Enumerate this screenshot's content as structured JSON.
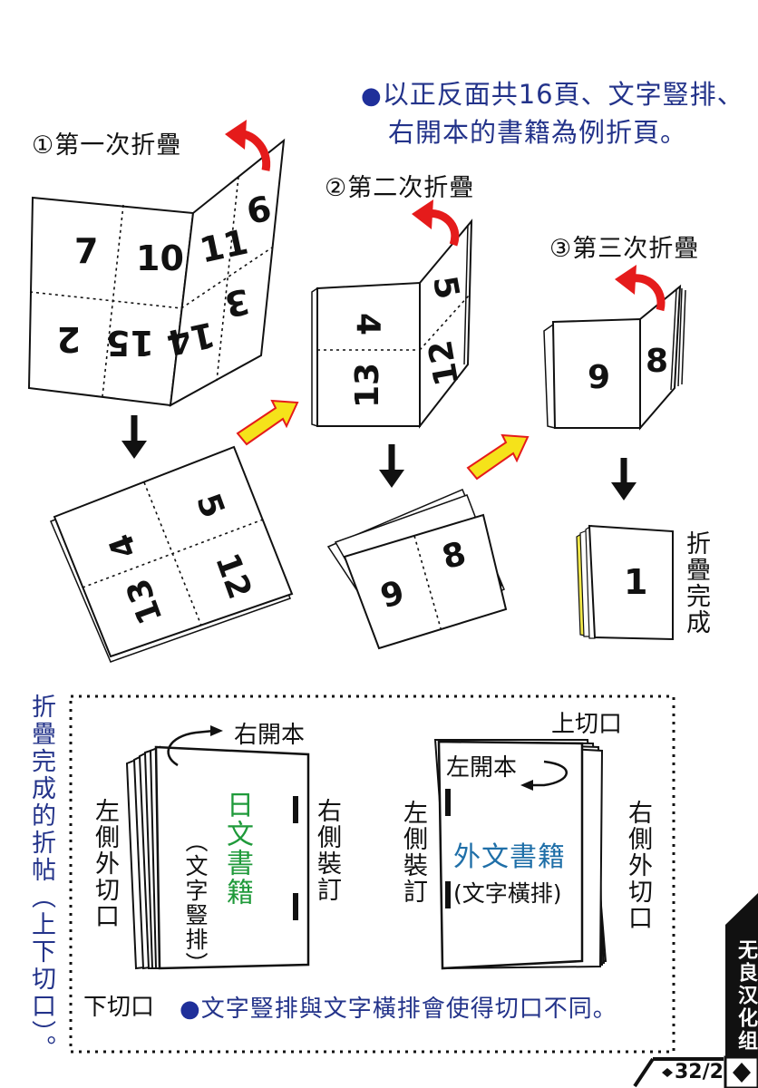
{
  "note": {
    "line1": "以正反面共16頁、文字豎排、",
    "line2": "右開本的書籍為例折頁。"
  },
  "steps": {
    "step1": "①第一次折疊",
    "step2": "②第二次折疊",
    "step3": "③第三次折疊",
    "done": "折疊完成"
  },
  "pages": {
    "sheet1": [
      "7",
      "10",
      "11",
      "6",
      "2",
      "15",
      "14",
      "3"
    ],
    "sheet2": [
      "4",
      "5",
      "13",
      "12"
    ],
    "sheet3": [
      "4",
      "5",
      "13",
      "12"
    ],
    "sheet4": [
      "9",
      "8"
    ],
    "sheet5": [
      "9",
      "8"
    ],
    "final": "1"
  },
  "bottom": {
    "side_title": "折疊完成的折帖（上下切口）。",
    "left_book": {
      "top_label": "右開本",
      "left_side": "左側外切口",
      "right_side": "右側裝訂",
      "title": "日文書籍",
      "subtitle": "（文字豎排）",
      "bottom_label": "下切口"
    },
    "right_book": {
      "top_label": "上切口",
      "open_label": "左開本",
      "left_side": "左側裝訂",
      "right_side": "右側外切口",
      "title": "外文書籍",
      "subtitle": "(文字橫排)"
    },
    "note": "文字豎排與文字橫排會使得切口不同。"
  },
  "tag": {
    "group": "无良汉化组",
    "code": "32/2"
  },
  "colors": {
    "blue_text": "#23338a",
    "red_arrow": "#e51b1b",
    "yellow_arrow": "#f5e21a",
    "green_title": "#1f9a3a",
    "teal_title": "#1f6fa8"
  }
}
